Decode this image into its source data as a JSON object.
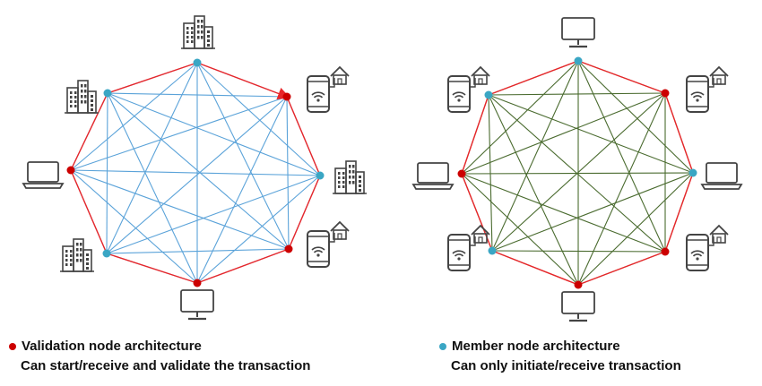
{
  "colors": {
    "validation_node": "#cc0000",
    "member_node": "#3aa6c4",
    "perimeter": "#e8262a",
    "left_mesh": "#5ba3d9",
    "right_mesh": "#4a6b2f",
    "icon": "#444444"
  },
  "left_network": {
    "nodes": [
      {
        "id": "top",
        "kind": "member",
        "icon": "office-building-icon"
      },
      {
        "id": "upper-right",
        "kind": "validation",
        "icon": "smartphone-home-icon"
      },
      {
        "id": "right",
        "kind": "member",
        "icon": "office-building-icon"
      },
      {
        "id": "lower-right",
        "kind": "validation",
        "icon": "smartphone-home-icon"
      },
      {
        "id": "bottom",
        "kind": "validation",
        "icon": "desktop-monitor-icon"
      },
      {
        "id": "lower-left",
        "kind": "member",
        "icon": "office-building-icon"
      },
      {
        "id": "left",
        "kind": "validation",
        "icon": "laptop-icon"
      },
      {
        "id": "upper-left",
        "kind": "member",
        "icon": "office-building-icon"
      }
    ],
    "mesh": "full",
    "arrow_to": "upper-right"
  },
  "right_network": {
    "nodes": [
      {
        "id": "top",
        "kind": "member",
        "icon": "desktop-monitor-icon"
      },
      {
        "id": "upper-right",
        "kind": "validation",
        "icon": "smartphone-home-icon"
      },
      {
        "id": "right",
        "kind": "member",
        "icon": "laptop-icon"
      },
      {
        "id": "lower-right",
        "kind": "validation",
        "icon": "smartphone-home-icon"
      },
      {
        "id": "bottom",
        "kind": "validation",
        "icon": "desktop-monitor-icon"
      },
      {
        "id": "lower-left",
        "kind": "member",
        "icon": "smartphone-home-icon"
      },
      {
        "id": "left",
        "kind": "validation",
        "icon": "laptop-icon"
      },
      {
        "id": "upper-left",
        "kind": "member",
        "icon": "smartphone-home-icon"
      }
    ],
    "mesh": "full"
  },
  "legend": {
    "validation": {
      "title": "Validation node architecture",
      "description": "Can start/receive and validate the transaction"
    },
    "member": {
      "title": "Member node architecture",
      "description": "Can only initiate/receive transaction"
    }
  }
}
